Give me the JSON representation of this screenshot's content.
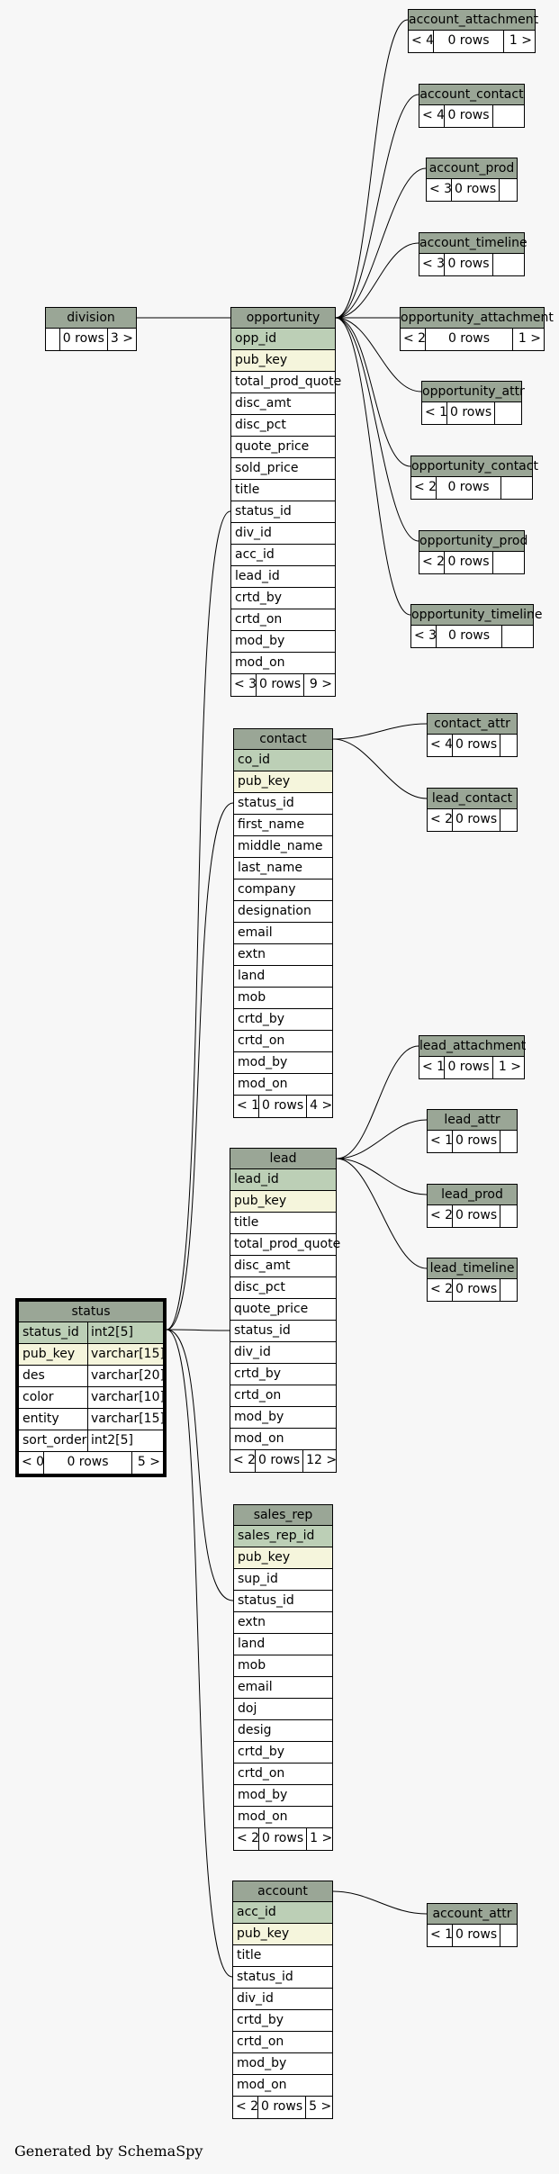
{
  "tables": {
    "division": {
      "name": "division",
      "columns": [],
      "footer": {
        "parents": "",
        "rows": "0 rows",
        "children": "3 >"
      }
    },
    "opportunity": {
      "name": "opportunity",
      "columns": [
        {
          "name": "opp_id",
          "key": "pk"
        },
        {
          "name": "pub_key",
          "key": "ak"
        },
        {
          "name": "total_prod_quote"
        },
        {
          "name": "disc_amt"
        },
        {
          "name": "disc_pct"
        },
        {
          "name": "quote_price"
        },
        {
          "name": "sold_price"
        },
        {
          "name": "title"
        },
        {
          "name": "status_id"
        },
        {
          "name": "div_id"
        },
        {
          "name": "acc_id"
        },
        {
          "name": "lead_id"
        },
        {
          "name": "crtd_by"
        },
        {
          "name": "crtd_on"
        },
        {
          "name": "mod_by"
        },
        {
          "name": "mod_on"
        }
      ],
      "footer": {
        "parents": "< 3",
        "rows": "0 rows",
        "children": "9 >"
      }
    },
    "contact": {
      "name": "contact",
      "columns": [
        {
          "name": "co_id",
          "key": "pk"
        },
        {
          "name": "pub_key",
          "key": "ak"
        },
        {
          "name": "status_id"
        },
        {
          "name": "first_name"
        },
        {
          "name": "middle_name"
        },
        {
          "name": "last_name"
        },
        {
          "name": "company"
        },
        {
          "name": "designation"
        },
        {
          "name": "email"
        },
        {
          "name": "extn"
        },
        {
          "name": "land"
        },
        {
          "name": "mob"
        },
        {
          "name": "crtd_by"
        },
        {
          "name": "crtd_on"
        },
        {
          "name": "mod_by"
        },
        {
          "name": "mod_on"
        }
      ],
      "footer": {
        "parents": "< 1",
        "rows": "0 rows",
        "children": "4 >"
      }
    },
    "lead": {
      "name": "lead",
      "columns": [
        {
          "name": "lead_id",
          "key": "pk"
        },
        {
          "name": "pub_key",
          "key": "ak"
        },
        {
          "name": "title"
        },
        {
          "name": "total_prod_quote"
        },
        {
          "name": "disc_amt"
        },
        {
          "name": "disc_pct"
        },
        {
          "name": "quote_price"
        },
        {
          "name": "status_id"
        },
        {
          "name": "div_id"
        },
        {
          "name": "crtd_by"
        },
        {
          "name": "crtd_on"
        },
        {
          "name": "mod_by"
        },
        {
          "name": "mod_on"
        }
      ],
      "footer": {
        "parents": "< 2",
        "rows": "0 rows",
        "children": "12 >"
      }
    },
    "status": {
      "name": "status",
      "columns": [
        {
          "name": "status_id",
          "type": "int2[5]",
          "key": "pk"
        },
        {
          "name": "pub_key",
          "type": "varchar[15]",
          "key": "ak"
        },
        {
          "name": "des",
          "type": "varchar[20]"
        },
        {
          "name": "color",
          "type": "varchar[10]"
        },
        {
          "name": "entity",
          "type": "varchar[15]"
        },
        {
          "name": "sort_order",
          "type": "int2[5]"
        }
      ],
      "footer": {
        "parents": "< 0",
        "rows": "0 rows",
        "children": "5 >"
      }
    },
    "sales_rep": {
      "name": "sales_rep",
      "columns": [
        {
          "name": "sales_rep_id",
          "key": "pk"
        },
        {
          "name": "pub_key",
          "key": "ak"
        },
        {
          "name": "sup_id"
        },
        {
          "name": "status_id"
        },
        {
          "name": "extn"
        },
        {
          "name": "land"
        },
        {
          "name": "mob"
        },
        {
          "name": "email"
        },
        {
          "name": "doj"
        },
        {
          "name": "desig"
        },
        {
          "name": "crtd_by"
        },
        {
          "name": "crtd_on"
        },
        {
          "name": "mod_by"
        },
        {
          "name": "mod_on"
        }
      ],
      "footer": {
        "parents": "< 2",
        "rows": "0 rows",
        "children": "1 >"
      }
    },
    "account": {
      "name": "account",
      "columns": [
        {
          "name": "acc_id",
          "key": "pk"
        },
        {
          "name": "pub_key",
          "key": "ak"
        },
        {
          "name": "title"
        },
        {
          "name": "status_id"
        },
        {
          "name": "div_id"
        },
        {
          "name": "crtd_by"
        },
        {
          "name": "crtd_on"
        },
        {
          "name": "mod_by"
        },
        {
          "name": "mod_on"
        }
      ],
      "footer": {
        "parents": "< 2",
        "rows": "0 rows",
        "children": "5 >"
      }
    },
    "account_attachment": {
      "name": "account_attachment",
      "columns": [],
      "footer": {
        "parents": "< 4",
        "rows": "0 rows",
        "children": "1 >"
      }
    },
    "account_contact": {
      "name": "account_contact",
      "columns": [],
      "footer": {
        "parents": "< 4",
        "rows": "0 rows",
        "children": ""
      }
    },
    "account_prod": {
      "name": "account_prod",
      "columns": [],
      "footer": {
        "parents": "< 3",
        "rows": "0 rows",
        "children": ""
      }
    },
    "account_timeline": {
      "name": "account_timeline",
      "columns": [],
      "footer": {
        "parents": "< 3",
        "rows": "0 rows",
        "children": ""
      }
    },
    "opportunity_attachment": {
      "name": "opportunity_attachment",
      "columns": [],
      "footer": {
        "parents": "< 2",
        "rows": "0 rows",
        "children": "1 >"
      }
    },
    "opportunity_attr": {
      "name": "opportunity_attr",
      "columns": [],
      "footer": {
        "parents": "< 1",
        "rows": "0 rows",
        "children": ""
      }
    },
    "opportunity_contact": {
      "name": "opportunity_contact",
      "columns": [],
      "footer": {
        "parents": "< 2",
        "rows": "0 rows",
        "children": ""
      }
    },
    "opportunity_prod": {
      "name": "opportunity_prod",
      "columns": [],
      "footer": {
        "parents": "< 2",
        "rows": "0 rows",
        "children": ""
      }
    },
    "opportunity_timeline": {
      "name": "opportunity_timeline",
      "columns": [],
      "footer": {
        "parents": "< 3",
        "rows": "0 rows",
        "children": ""
      }
    },
    "contact_attr": {
      "name": "contact_attr",
      "columns": [],
      "footer": {
        "parents": "< 4",
        "rows": "0 rows",
        "children": ""
      }
    },
    "lead_contact": {
      "name": "lead_contact",
      "columns": [],
      "footer": {
        "parents": "< 2",
        "rows": "0 rows",
        "children": ""
      }
    },
    "lead_attachment": {
      "name": "lead_attachment",
      "columns": [],
      "footer": {
        "parents": "< 1",
        "rows": "0 rows",
        "children": "1 >"
      }
    },
    "lead_attr": {
      "name": "lead_attr",
      "columns": [],
      "footer": {
        "parents": "< 1",
        "rows": "0 rows",
        "children": ""
      }
    },
    "lead_prod": {
      "name": "lead_prod",
      "columns": [],
      "footer": {
        "parents": "< 2",
        "rows": "0 rows",
        "children": ""
      }
    },
    "lead_timeline": {
      "name": "lead_timeline",
      "columns": [],
      "footer": {
        "parents": "< 2",
        "rows": "0 rows",
        "children": ""
      }
    },
    "account_attr": {
      "name": "account_attr",
      "columns": [],
      "footer": {
        "parents": "< 1",
        "rows": "0 rows",
        "children": ""
      }
    }
  },
  "relationships": [
    [
      "division",
      "opportunity"
    ],
    [
      "opportunity",
      "account_attachment"
    ],
    [
      "opportunity",
      "account_contact"
    ],
    [
      "opportunity",
      "account_prod"
    ],
    [
      "opportunity",
      "account_timeline"
    ],
    [
      "opportunity",
      "opportunity_attachment"
    ],
    [
      "opportunity",
      "opportunity_attr"
    ],
    [
      "opportunity",
      "opportunity_contact"
    ],
    [
      "opportunity",
      "opportunity_prod"
    ],
    [
      "opportunity",
      "opportunity_timeline"
    ],
    [
      "contact",
      "contact_attr"
    ],
    [
      "contact",
      "lead_contact"
    ],
    [
      "lead",
      "lead_attachment"
    ],
    [
      "lead",
      "lead_attr"
    ],
    [
      "lead",
      "lead_prod"
    ],
    [
      "lead",
      "lead_timeline"
    ],
    [
      "account",
      "account_attr"
    ],
    [
      "status",
      "opportunity"
    ],
    [
      "status",
      "contact"
    ],
    [
      "status",
      "lead"
    ],
    [
      "status",
      "sales_rep"
    ],
    [
      "status",
      "account"
    ]
  ],
  "colors": {
    "header": "#9aa696",
    "primary_key": "#bccfb6",
    "alternate_key": "#f5f5dc",
    "background": "#f7f7f7"
  },
  "footer_text": "Generated by SchemaSpy"
}
